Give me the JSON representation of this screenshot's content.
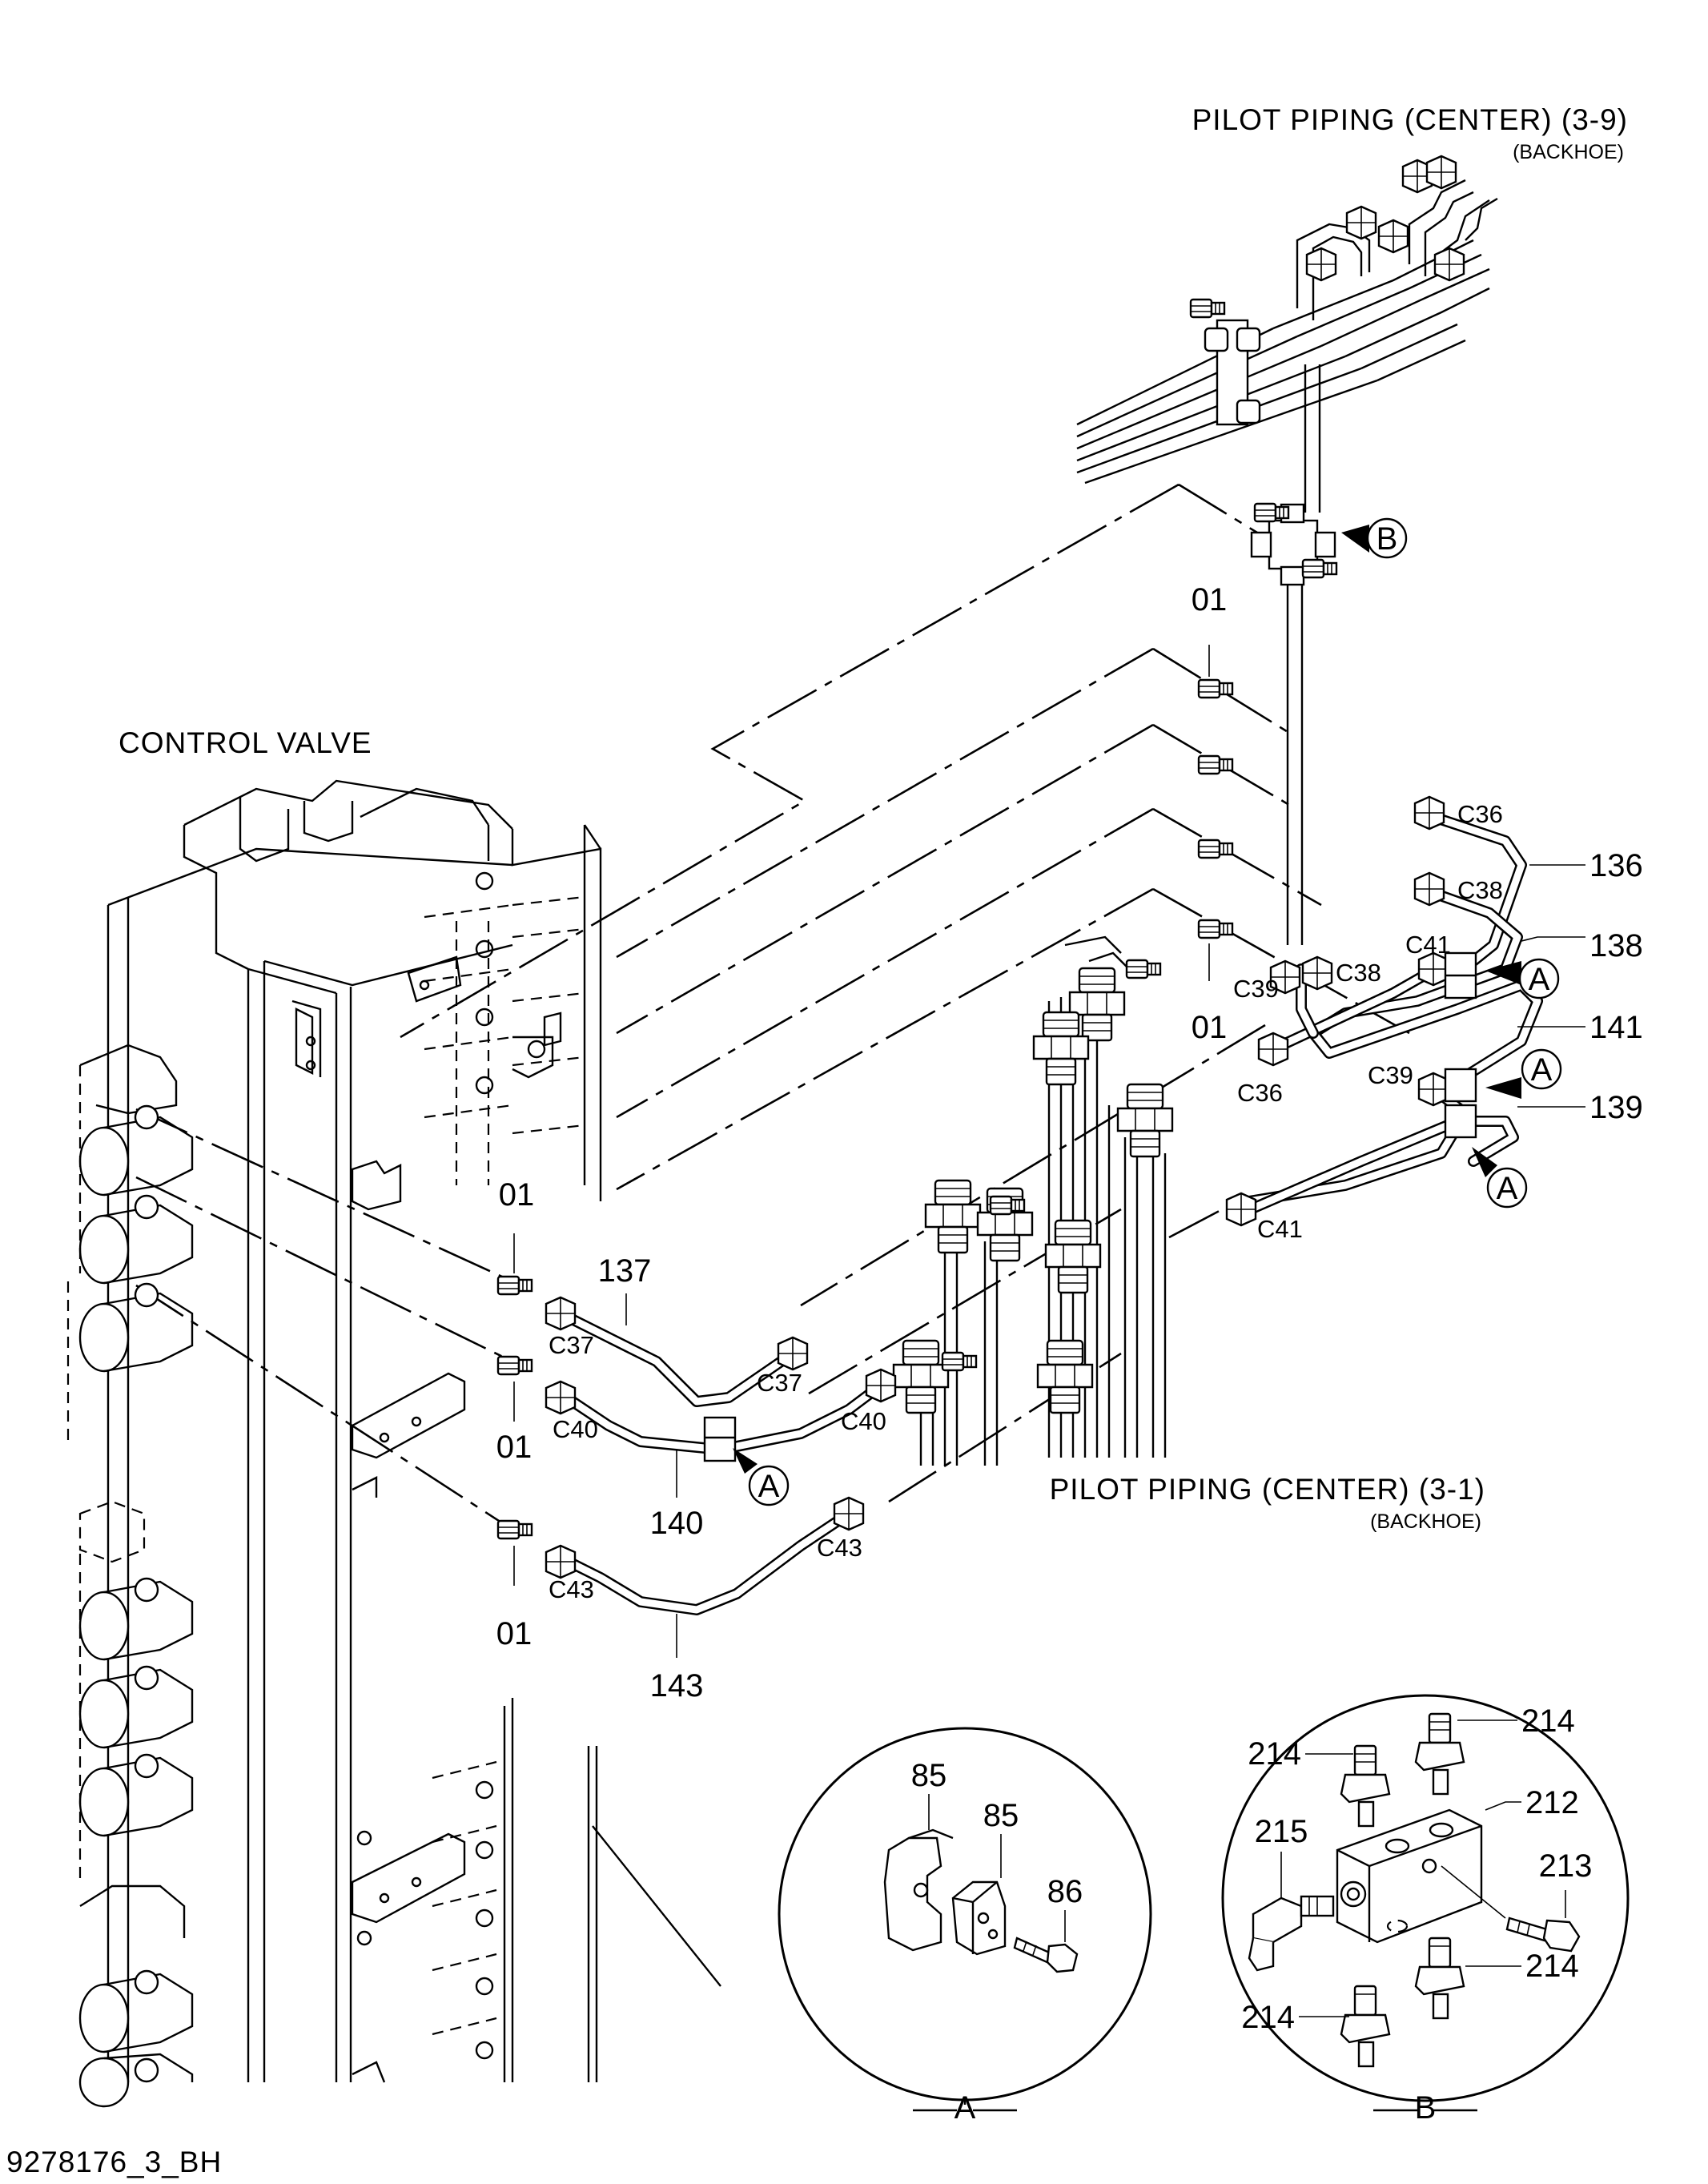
{
  "titles": {
    "pilot_center_top": "PILOT PIPING (CENTER) (3-9)",
    "pilot_center_top_sub": "(BACKHOE)",
    "control_valve": "CONTROL VALVE",
    "pilot_center_bottom": "PILOT PIPING (CENTER) (3-1)",
    "pilot_center_bottom_sub": "(BACKHOE)"
  },
  "drawing_number": "9278176_3_BH",
  "callouts": {
    "view_a": "A",
    "view_b": "B"
  },
  "part_numbers": {
    "p01": "01",
    "p136": "136",
    "p137": "137",
    "p138": "138",
    "p139": "139",
    "p140": "140",
    "p141": "141",
    "p143": "143",
    "p85": "85",
    "p86": "86",
    "p212": "212",
    "p213": "213",
    "p214": "214",
    "p215": "215"
  },
  "connection_codes": {
    "c36": "C36",
    "c37": "C37",
    "c38": "C38",
    "c39": "C39",
    "c40": "C40",
    "c41": "C41",
    "c43": "C43"
  },
  "detail_views": {
    "a": "A",
    "b": "B"
  }
}
